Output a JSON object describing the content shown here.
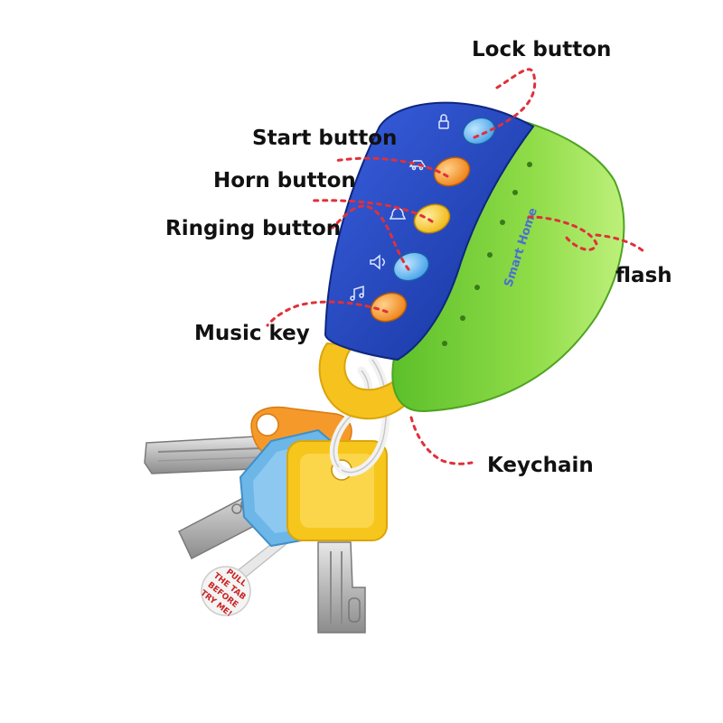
{
  "labels": {
    "lock": "Lock button",
    "start": "Start button",
    "horn": "Horn button",
    "ringing": "Ringing button",
    "music": "Music key",
    "flash": "flash",
    "keychain": "Keychain"
  },
  "remote_brand": "Smart Home",
  "pull_tab": [
    "PULL",
    "THE TAB",
    "BEFORE",
    "TRY ME!"
  ],
  "colors": {
    "remote_blue": "#1f3fb6",
    "remote_green": "#7cd23a",
    "button_light_blue": "#5ab4f0",
    "button_orange": "#f59a2a",
    "button_yellow": "#f5c21e",
    "key_yellow": "#f7c61c",
    "key_orange": "#f59a2a",
    "key_blue": "#6cb6e8",
    "leader_line": "#e0303a"
  },
  "icons": [
    "lock-icon",
    "car-icon",
    "bell-icon",
    "speaker-icon",
    "music-note-icon"
  ]
}
